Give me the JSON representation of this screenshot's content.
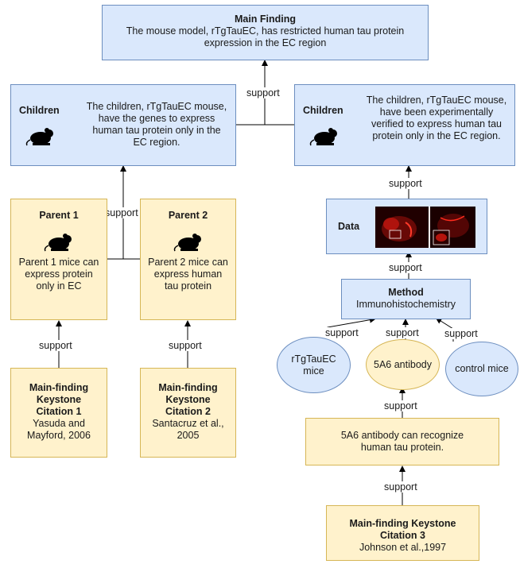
{
  "main_finding": {
    "title": "Main Finding",
    "text": "The mouse model, rTgTauEC, has restricted human tau protein expression in the EC region"
  },
  "children_left": {
    "title": "Children",
    "text": "The children, rTgTauEC mouse, have the genes to express human tau protein only in the EC region.",
    "icon": "mouse-icon"
  },
  "children_right": {
    "title": "Children",
    "text": "The children, rTgTauEC mouse, have been experimentally verified  to express human tau protein only in the EC region.",
    "icon": "mouse-icon"
  },
  "parent1": {
    "title": "Parent 1",
    "text": "Parent 1 mice can express protein only in EC",
    "icon": "mouse-icon"
  },
  "parent2": {
    "title": "Parent 2",
    "text": "Parent 2 mice can express human tau protein",
    "icon": "mouse-icon"
  },
  "citation1": {
    "title": "Main-finding Keystone Citation 1",
    "text": "Yasuda and Mayford, 2006"
  },
  "citation2": {
    "title": "Main-finding Keystone Citation 2",
    "text": "Santacruz et al., 2005"
  },
  "data_box": {
    "title": "Data",
    "image": "microscopy-image"
  },
  "method": {
    "title": "Method",
    "text": "Immunohistochemistry"
  },
  "rtg_mice": {
    "text": "rTgTauEC mice"
  },
  "antibody": {
    "text": "5A6 antibody"
  },
  "control": {
    "text": "control mice"
  },
  "recognize": {
    "text": "5A6 antibody can recognize human tau protein."
  },
  "citation3": {
    "title": "Main-finding Keystone Citation 3",
    "text": "Johnson et al.,1997"
  },
  "edge_labels": {
    "support": "support"
  },
  "colors": {
    "blue_fill": "#dae8fc",
    "blue_stroke": "#6c8ebf",
    "yellow_fill": "#fff2cc",
    "yellow_stroke": "#d6b656"
  }
}
